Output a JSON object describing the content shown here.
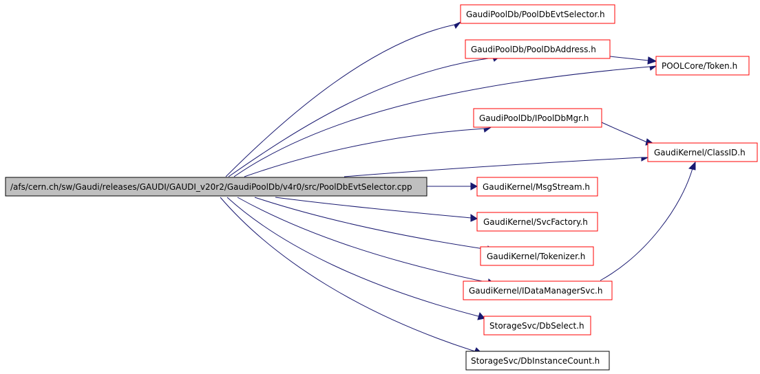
{
  "diagram": {
    "colors": {
      "edge": "#191970",
      "include_border": "#ff0000",
      "plain_border": "#000000",
      "source_fill": "#bfbfbf"
    },
    "source": {
      "label": "/afs/cern.ch/sw/Gaudi/releases/GAUDI/GAUDI_v20r2/GaudiPoolDb/v4r0/src/PoolDbEvtSelector.cpp"
    },
    "nodes": [
      {
        "id": "evtsel",
        "label": "GaudiPoolDb/PoolDbEvtSelector.h",
        "border": "include_border"
      },
      {
        "id": "addr",
        "label": "GaudiPoolDb/PoolDbAddress.h",
        "border": "include_border"
      },
      {
        "id": "token",
        "label": "POOLCore/Token.h",
        "border": "include_border"
      },
      {
        "id": "ipooldbmgr",
        "label": "GaudiPoolDb/IPoolDbMgr.h",
        "border": "include_border"
      },
      {
        "id": "classid",
        "label": "GaudiKernel/ClassID.h",
        "border": "include_border"
      },
      {
        "id": "msgstream",
        "label": "GaudiKernel/MsgStream.h",
        "border": "include_border"
      },
      {
        "id": "svcfactory",
        "label": "GaudiKernel/SvcFactory.h",
        "border": "include_border"
      },
      {
        "id": "tokenizer",
        "label": "GaudiKernel/Tokenizer.h",
        "border": "include_border"
      },
      {
        "id": "idatamgr",
        "label": "GaudiKernel/IDataManagerSvc.h",
        "border": "include_border"
      },
      {
        "id": "dbselect",
        "label": "StorageSvc/DbSelect.h",
        "border": "include_border"
      },
      {
        "id": "dbinstcount",
        "label": "StorageSvc/DbInstanceCount.h",
        "border": "plain_border"
      }
    ],
    "edges": [
      {
        "from": "source",
        "to": "evtsel"
      },
      {
        "from": "source",
        "to": "addr"
      },
      {
        "from": "source",
        "to": "token"
      },
      {
        "from": "source",
        "to": "ipooldbmgr"
      },
      {
        "from": "source",
        "to": "classid"
      },
      {
        "from": "source",
        "to": "msgstream"
      },
      {
        "from": "source",
        "to": "svcfactory"
      },
      {
        "from": "source",
        "to": "tokenizer"
      },
      {
        "from": "source",
        "to": "idatamgr"
      },
      {
        "from": "source",
        "to": "dbselect"
      },
      {
        "from": "source",
        "to": "dbinstcount"
      },
      {
        "from": "addr",
        "to": "token"
      },
      {
        "from": "ipooldbmgr",
        "to": "classid"
      },
      {
        "from": "idatamgr",
        "to": "classid"
      }
    ]
  }
}
